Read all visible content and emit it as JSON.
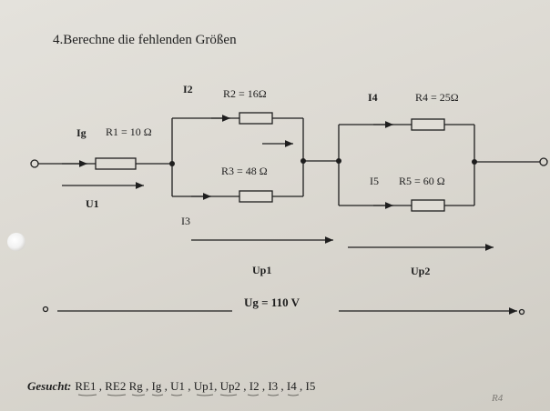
{
  "task": {
    "title": "4.Berechne die fehlenden Größen"
  },
  "labels": {
    "ig": "Ig",
    "r1": "R1 = 10 Ω",
    "u1": "U1",
    "i2": "I2",
    "r2": "R2 = 16Ω",
    "r3": "R3 = 48 Ω",
    "i3": "I3",
    "i4": "I4",
    "r4": "R4 = 25Ω",
    "i5": "I5",
    "r5": "R5 = 60 Ω",
    "up1": "Up1",
    "up2": "Up2",
    "ug": "Ug = 110 V"
  },
  "gesucht": {
    "label": "Gesucht:",
    "items": "RE1 , RE2 Rg , Ig , U1 , Up1, Up2 , I2 , I3 , I4 , I5"
  },
  "handwriting": "R4",
  "colors": {
    "ink": "#1e1e1e",
    "paper": "#e0ddd6"
  }
}
